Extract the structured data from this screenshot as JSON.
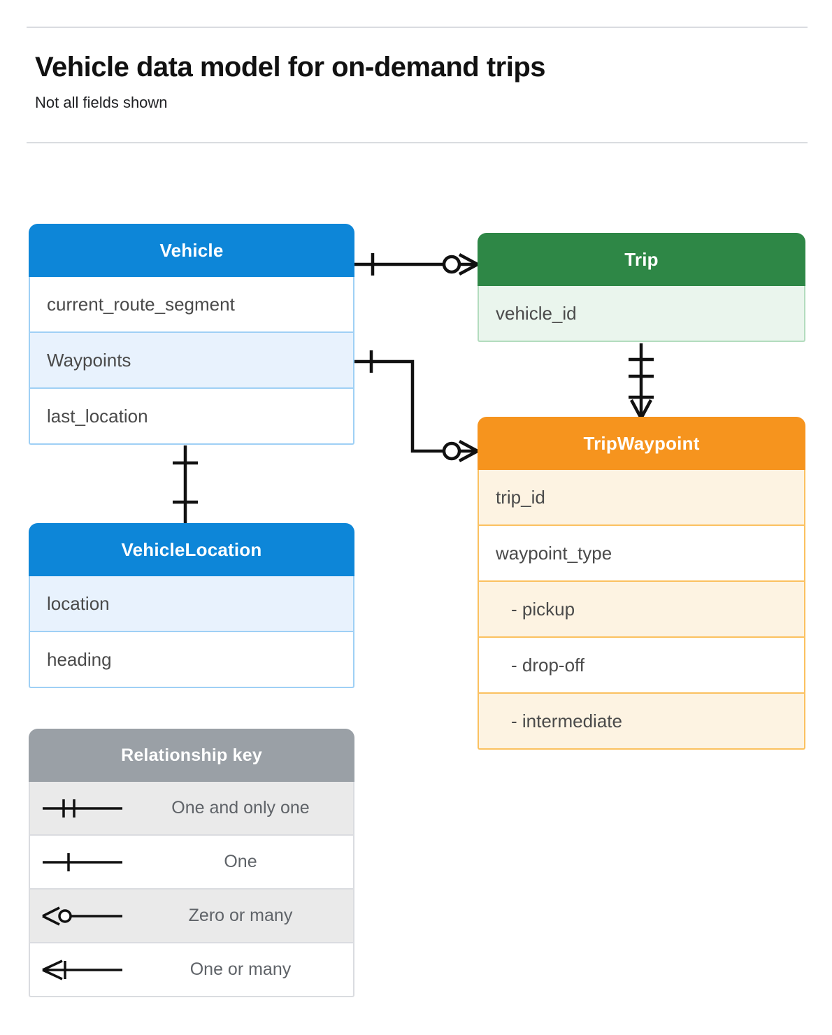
{
  "header": {
    "title": "Vehicle data model for on-demand trips",
    "subtitle": "Not all fields shown"
  },
  "entities": [
    {
      "name": "Vehicle",
      "color": "#0d86d8",
      "fields": [
        "current_route_segment",
        "Waypoints",
        "last_location"
      ]
    },
    {
      "name": "Trip",
      "color": "#2e8746",
      "fields": [
        "vehicle_id"
      ]
    },
    {
      "name": "TripWaypoint",
      "color": "#f6941e",
      "fields": [
        "trip_id",
        "waypoint_type",
        "-  pickup",
        "-  drop-off",
        "-  intermediate"
      ]
    },
    {
      "name": "VehicleLocation",
      "color": "#0d86d8",
      "fields": [
        "location",
        "heading"
      ]
    }
  ],
  "legend": {
    "title": "Relationship key",
    "items": [
      {
        "symbol": "one-and-only-one",
        "label": "One and only one"
      },
      {
        "symbol": "one",
        "label": "One"
      },
      {
        "symbol": "zero-or-many",
        "label": "Zero or many"
      },
      {
        "symbol": "one-or-many",
        "label": "One or many"
      }
    ]
  },
  "relationships": [
    {
      "from": "Vehicle",
      "to": "Trip",
      "from_card": "one",
      "to_card": "zero-or-many"
    },
    {
      "from": "Vehicle.Waypoints",
      "to": "TripWaypoint",
      "from_card": "one",
      "to_card": "zero-or-many"
    },
    {
      "from": "Trip",
      "to": "TripWaypoint",
      "from_card": "one-and-only-one",
      "to_card": "one-or-many"
    },
    {
      "from": "Vehicle",
      "to": "VehicleLocation",
      "from_card": "one-and-only-one",
      "to_card": "one-and-only-one"
    }
  ]
}
